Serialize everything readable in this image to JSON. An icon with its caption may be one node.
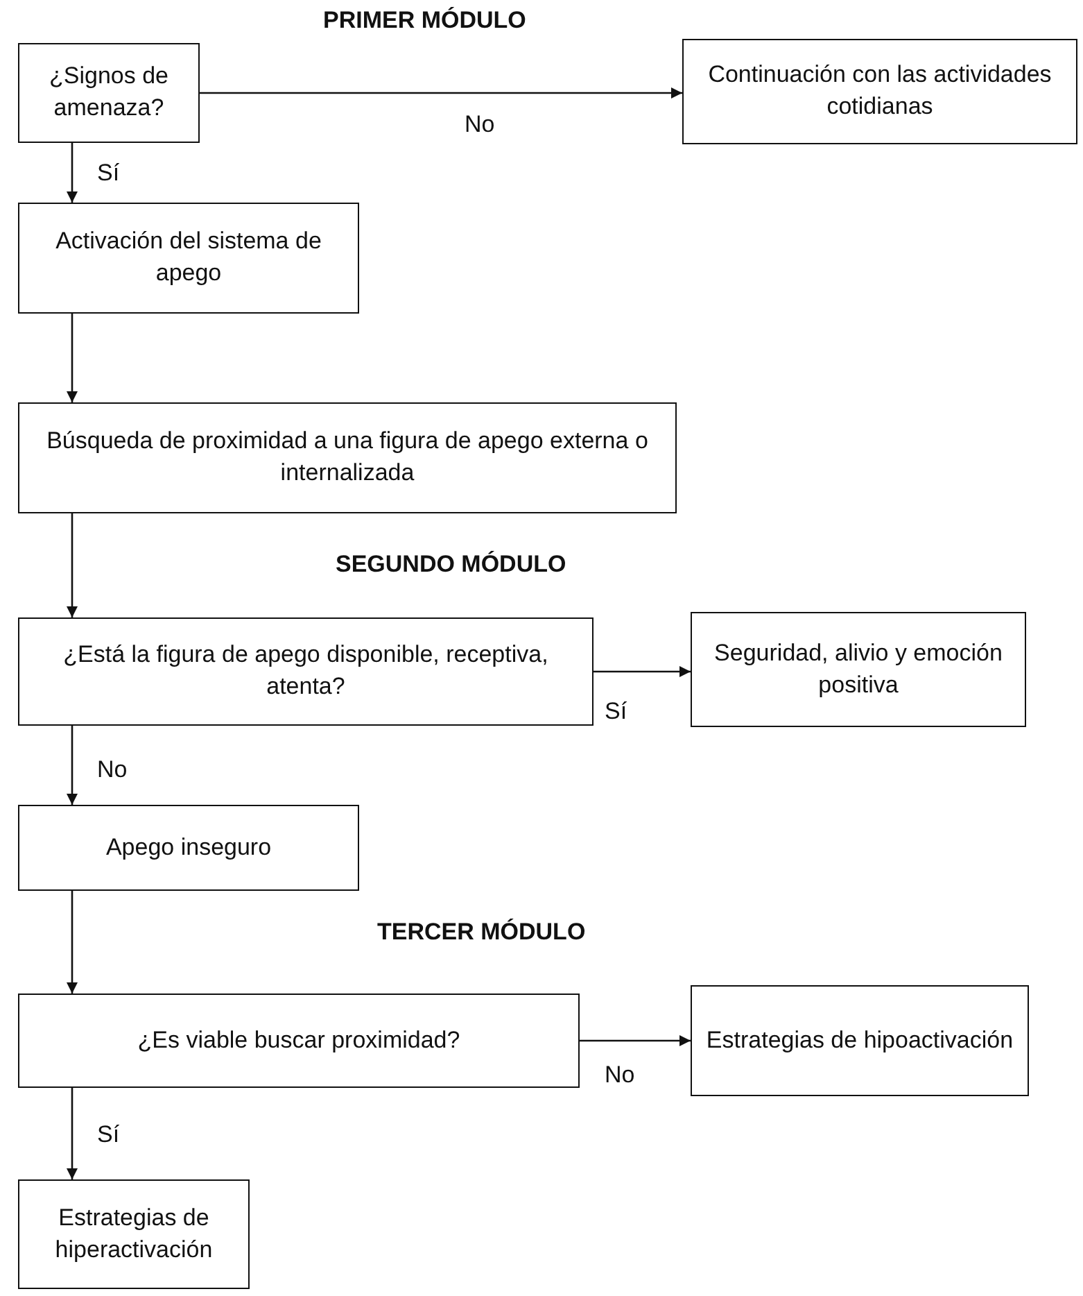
{
  "diagram": {
    "nodes": [
      {
        "text": [
          "¿Signos de amenaza?"
        ]
      },
      {
        "text": [
          "Continuación con las actividades cotidianas"
        ]
      },
      {
        "text": [
          "Activación del sistema de apego"
        ]
      },
      {
        "text": [
          "Búsqueda de proximidad a una figura de apego externa o internalizada"
        ]
      },
      {
        "text": [
          "¿Está la figura de apego disponible, receptiva, atenta?"
        ]
      },
      {
        "text": [
          "Seguridad, alivio y emoción positiva"
        ]
      },
      {
        "text": [
          "Apego inseguro"
        ]
      },
      {
        "text": [
          "¿Es viable buscar proximidad?"
        ]
      },
      {
        "text": [
          "Estrategias de hipoactivación"
        ]
      },
      {
        "text": [
          "Estrategias de hiperactivación"
        ]
      }
    ],
    "edges": [
      {
        "from": 0,
        "to": 1,
        "arrow": "to",
        "label": "No"
      },
      {
        "from": 0,
        "to": 2,
        "arrow": "to",
        "label": "Sí"
      },
      {
        "from": 2,
        "to": 3,
        "arrow": "to"
      },
      {
        "from": 3,
        "to": 4,
        "arrow": "to"
      },
      {
        "from": 4,
        "to": 5,
        "arrow": "to",
        "label": "Sí"
      },
      {
        "from": 4,
        "to": 6,
        "arrow": "to",
        "label": "No"
      },
      {
        "from": 6,
        "to": 7,
        "arrow": "to"
      },
      {
        "from": 7,
        "to": 8,
        "arrow": "to",
        "label": "No"
      },
      {
        "from": 7,
        "to": 9,
        "arrow": "to",
        "label": "Sí"
      }
    ],
    "labels": [
      "PRIMER MÓDULO",
      "SEGUNDO MÓDULO",
      "TERCER MÓDULO"
    ]
  }
}
